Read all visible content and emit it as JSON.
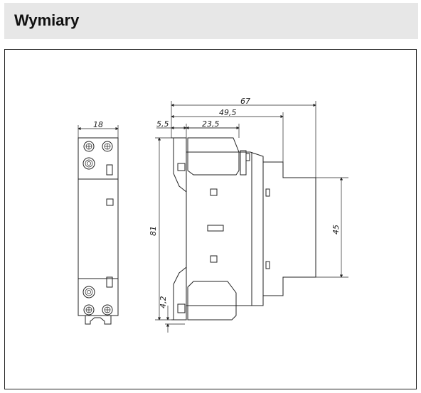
{
  "header": {
    "title": "Wymiary"
  },
  "dimensions": {
    "front_width": "18",
    "overall_depth": "67",
    "depth_49_5": "49,5",
    "offset_5_5": "5,5",
    "depth_23_5": "23,5",
    "height_81": "81",
    "rail_45": "45",
    "offset_4_2": "4,2"
  }
}
